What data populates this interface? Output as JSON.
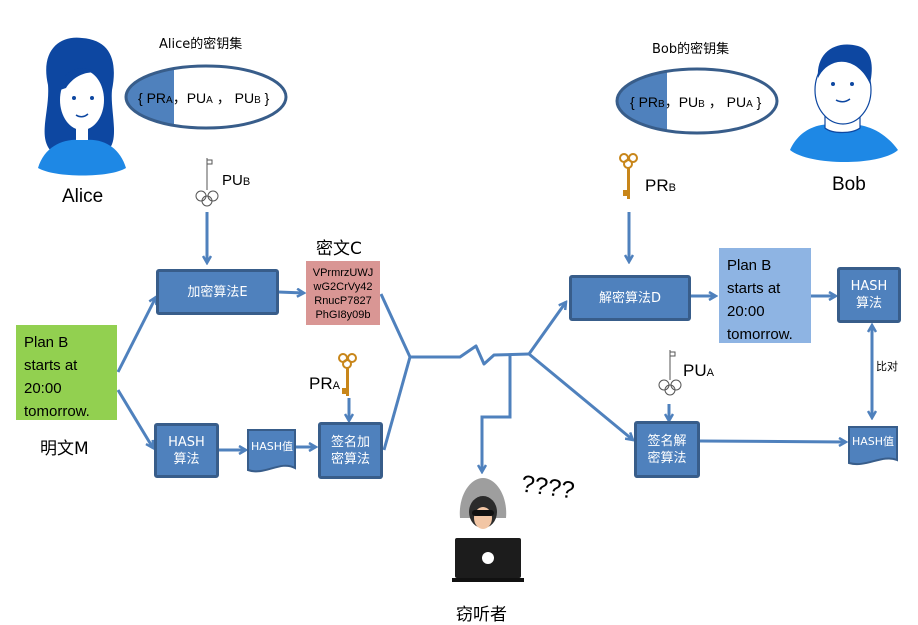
{
  "colors": {
    "box_fill": "#4f81bd",
    "box_border": "#385d8a",
    "ciphertext_fill": "#d99694",
    "plaintext_fill": "#92d050",
    "decrypted_fill": "#8eb4e3",
    "arrow": "#4f81bd",
    "person_blue": "#1e88e5",
    "hair_blue": "#0d47a1"
  },
  "alice": {
    "name": "Alice",
    "keyset_title": "Alice的密钥集",
    "keyset": [
      "PR",
      "A",
      "PU",
      "A",
      "PU",
      "B"
    ],
    "key_label": {
      "main": "PU",
      "sub": "B"
    },
    "private_key_label": {
      "main": "PR",
      "sub": "A"
    }
  },
  "bob": {
    "name": "Bob",
    "keyset_title": "Bob的密钥集",
    "keyset": [
      "PR",
      "B",
      "PU",
      "B",
      "PU",
      "A"
    ],
    "key_label": {
      "main": "PR",
      "sub": "B"
    },
    "public_key_label": {
      "main": "PU",
      "sub": "A"
    }
  },
  "plaintext": {
    "label": "明文M",
    "lines": [
      "Plan B",
      "starts at",
      "20:00",
      "tomorrow."
    ]
  },
  "ciphertext": {
    "label": "密文C",
    "lines": [
      "VPrmrzUWJ",
      "wG2CrVy42",
      "RnucP7827",
      "PhGI8y09b"
    ]
  },
  "boxes": {
    "encrypt": "加密算法E",
    "hash_left": [
      "HASH",
      "算法"
    ],
    "hash_value_left": "HASH值",
    "sign_encrypt": [
      "签名加",
      "密算法"
    ],
    "decrypt": "解密算法D",
    "hash_right": [
      "HASH",
      "算法"
    ],
    "sign_decrypt": [
      "签名解",
      "密算法"
    ],
    "hash_value_right": "HASH值"
  },
  "decrypted": {
    "lines": [
      "Plan B",
      "starts at",
      "20:00",
      "tomorrow."
    ]
  },
  "compare_label": "比对",
  "eavesdropper": {
    "label": "窃听者",
    "question_marks": "????"
  }
}
